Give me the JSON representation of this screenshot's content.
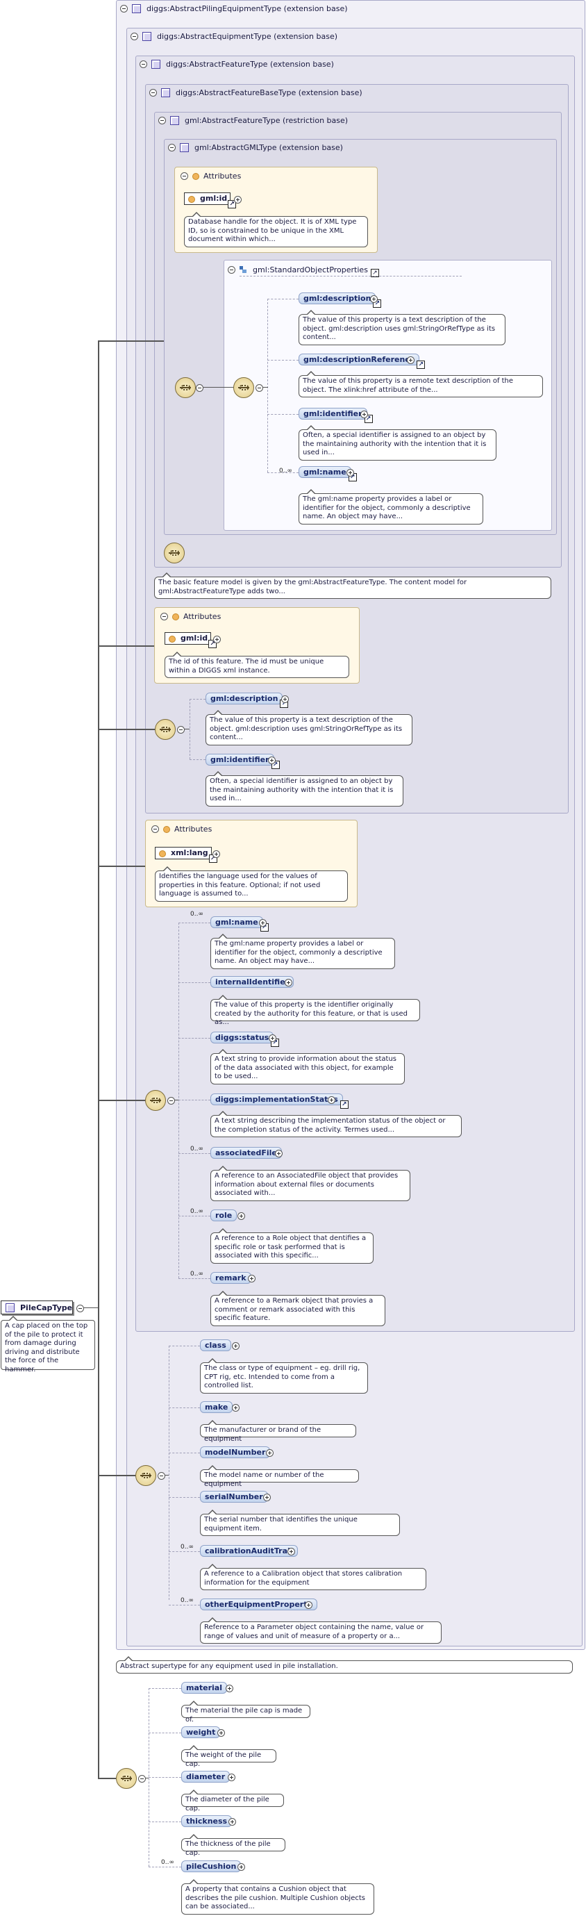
{
  "root": {
    "name": "PileCapType",
    "doc": "A cap placed on the top of the pile to protect it from damage during driving and distribute the force of the hammer."
  },
  "types": {
    "piling": "diggs:AbstractPilingEquipmentType (extension base)",
    "equipment": "diggs:AbstractEquipmentType (extension base)",
    "feature": "diggs:AbstractFeatureType (extension base)",
    "featurebase": "diggs:AbstractFeatureBaseType (extension base)",
    "gmlfeature": "gml:AbstractFeatureType (restriction base)",
    "gmlgml": "gml:AbstractGMLType (extension base)",
    "sop": "gml:StandardObjectProperties"
  },
  "attributes_label": "Attributes",
  "gml_attrs": {
    "name": "gml:id",
    "doc": "Database handle for the object. It is of XML type ID, so is constrained to be unique in the XML document within which..."
  },
  "sop_elements": [
    {
      "name": "gml:description",
      "doc": "The value of this property is a text description of the object. gml:description uses gml:StringOrRefType as its content..."
    },
    {
      "name": "gml:descriptionReference",
      "doc": "The value of this property is a remote text description of the object. The xlink:href attribute of the..."
    },
    {
      "name": "gml:identifier",
      "doc": "Often, a special identifier is assigned to an object by the maintaining authority with the intention that it is used in..."
    },
    {
      "name": "gml:name",
      "card": "0..∞",
      "doc": "The gml:name property provides a label or identifier for the object, commonly a descriptive name. An object may have..."
    }
  ],
  "gmlfeature_doc": "The basic feature model is given by the gml:AbstractFeatureType. The content model for gml:AbstractFeatureType adds two...",
  "featurebase_attr": {
    "name": "gml:id",
    "doc": "The id of this feature. The id must be unique within a DIGGS xml instance."
  },
  "featurebase_elements": [
    {
      "name": "gml:description",
      "doc": "The value of this property is a text description of the object. gml:description uses gml:StringOrRefType as its content..."
    },
    {
      "name": "gml:identifier",
      "doc": "Often, a special identifier is assigned to an object by the maintaining authority with the intention that it is used in..."
    }
  ],
  "feature_attr": {
    "name": "xml:lang",
    "doc": "Identifies the language used for the values of properties in this feature. Optional; if not used language is assumed to..."
  },
  "feature_elements": [
    {
      "name": "gml:name",
      "card": "0..∞",
      "doc": "The gml:name property provides a label or identifier for the object, commonly a descriptive name. An object may have..."
    },
    {
      "name": "internalIdentifier",
      "doc": "The value of this property is the identifier originally created by the authority for this feature, or that is used as..."
    },
    {
      "name": "diggs:status",
      "doc": "A text string to provide information about the status of the data associated with this object, for example to be used..."
    },
    {
      "name": "diggs:implementationStatus",
      "doc": "A text string describing the implementation status of the object or the completion status of the activity. Termes used..."
    },
    {
      "name": "associatedFile",
      "card": "0..∞",
      "doc": "A reference to an AssociatedFile object that provides information about external files or documents associated with..."
    },
    {
      "name": "role",
      "card": "0..∞",
      "doc": "A reference to a Role object that dentifies a specific role or task performed that is associated with this specific..."
    },
    {
      "name": "remark",
      "card": "0..∞",
      "doc": "A reference to a Remark object that provies a comment or remark associated with this specific feature."
    }
  ],
  "equipment_elements": [
    {
      "name": "class",
      "doc": "The class or type of equipment – eg. drill rig, CPT rig, etc. Intended to come from a controlled list."
    },
    {
      "name": "make",
      "doc": "The manufacturer or brand of the equipment"
    },
    {
      "name": "modelNumber",
      "doc": "The model name or number of the equipment"
    },
    {
      "name": "serialNumber",
      "doc": "The serial number that identifies the unique equipment item."
    },
    {
      "name": "calibrationAuditTrail",
      "card": "0..∞",
      "doc": "A reference to a Calibration object that stores calibration information for the equipment"
    },
    {
      "name": "otherEquipmentProperty",
      "card": "0..∞",
      "doc": "Reference to a Parameter object containing the name, value or range of values and unit of measure of a property or a..."
    }
  ],
  "piling_doc": "Abstract supertype for any equipment used in pile installation.",
  "pilecap_elements": [
    {
      "name": "material",
      "doc": "The material the pile cap is made of."
    },
    {
      "name": "weight",
      "doc": "The weight of the pile cap."
    },
    {
      "name": "diameter",
      "doc": "The diameter of the pile cap."
    },
    {
      "name": "thickness",
      "doc": "The thickness of the pile cap."
    },
    {
      "name": "pileCushion",
      "card": "0..∞",
      "doc": "A property that contains a Cushion object that describes the pile cushion. Multiple Cushion objects can be associated..."
    }
  ]
}
